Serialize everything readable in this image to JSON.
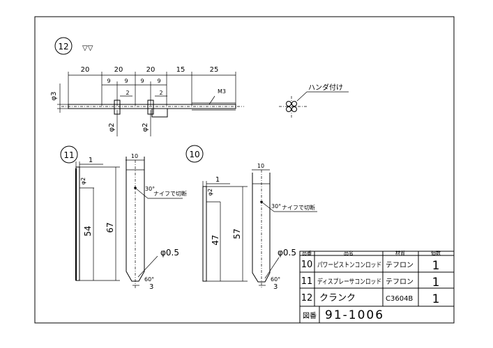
{
  "drawing_number_label": "図番",
  "drawing_number": "91-1006",
  "title_block": {
    "headers": [
      "品番",
      "品名",
      "材質",
      "個数"
    ],
    "rows": [
      {
        "no": "10",
        "name": "パワーピストンコンロッド",
        "material": "テフロン",
        "qty": "1"
      },
      {
        "no": "11",
        "name": "ディスプレーサコンロッド",
        "material": "テフロン",
        "qty": "1"
      },
      {
        "no": "12",
        "name": "クランク",
        "material": "C3604B",
        "qty": "1"
      }
    ]
  },
  "part12": {
    "no": "12",
    "finish_symbol": "▽▽",
    "dims": {
      "d1": "20",
      "d2": "20",
      "d3": "20",
      "d4": "15",
      "d5": "25",
      "s1": "9",
      "s2": "9",
      "s3": "9",
      "s4": "9",
      "a1": "2",
      "a2": "2",
      "phi3": "φ3",
      "phi2a": "φ2",
      "phi2b": "φ2",
      "thread": "M3"
    },
    "solder_note": "ハンダ付け"
  },
  "part11": {
    "no": "11",
    "dims": {
      "top": "1",
      "small": "φ2",
      "len_inner": "54",
      "len_total": "67",
      "width": "10",
      "wire": "φ0.5",
      "tip": "3",
      "angle": "60°"
    },
    "cut_note": "ナイフで切断",
    "cut_angle": "30°"
  },
  "part10": {
    "no": "10",
    "dims": {
      "top": "1",
      "small": "φ2",
      "len_inner": "47",
      "len_total": "57",
      "width": "10",
      "wire": "φ0.5",
      "tip": "3",
      "angle": "60°"
    },
    "cut_note": "ナイフで切断",
    "cut_angle": "30°"
  }
}
